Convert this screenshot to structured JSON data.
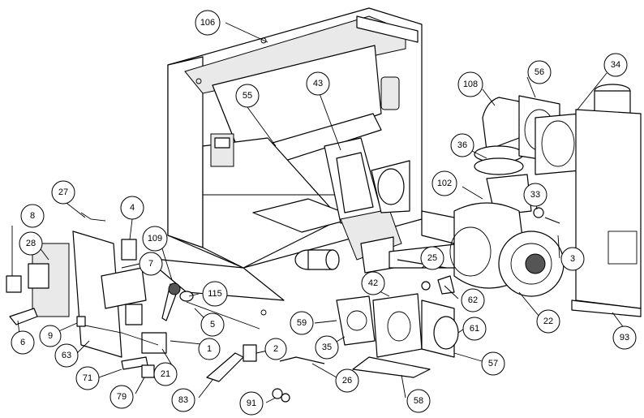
{
  "callouts": [
    {
      "id": "c106",
      "label": "106"
    },
    {
      "id": "c55",
      "label": "55"
    },
    {
      "id": "c43",
      "label": "43"
    },
    {
      "id": "c108",
      "label": "108"
    },
    {
      "id": "c56",
      "label": "56"
    },
    {
      "id": "c34",
      "label": "34"
    },
    {
      "id": "c36",
      "label": "36"
    },
    {
      "id": "c102",
      "label": "102"
    },
    {
      "id": "c33",
      "label": "33"
    },
    {
      "id": "c27",
      "label": "27"
    },
    {
      "id": "c8",
      "label": "8"
    },
    {
      "id": "c4",
      "label": "4"
    },
    {
      "id": "c28",
      "label": "28"
    },
    {
      "id": "c109",
      "label": "109"
    },
    {
      "id": "c7",
      "label": "7"
    },
    {
      "id": "c25",
      "label": "25"
    },
    {
      "id": "c3",
      "label": "3"
    },
    {
      "id": "c42",
      "label": "42"
    },
    {
      "id": "c115",
      "label": "115"
    },
    {
      "id": "c62",
      "label": "62"
    },
    {
      "id": "c22",
      "label": "22"
    },
    {
      "id": "c93",
      "label": "93"
    },
    {
      "id": "c59",
      "label": "59"
    },
    {
      "id": "c5",
      "label": "5"
    },
    {
      "id": "c61",
      "label": "61"
    },
    {
      "id": "c6",
      "label": "6"
    },
    {
      "id": "c9",
      "label": "9"
    },
    {
      "id": "c35",
      "label": "35"
    },
    {
      "id": "c1",
      "label": "1"
    },
    {
      "id": "c2",
      "label": "2"
    },
    {
      "id": "c63",
      "label": "63"
    },
    {
      "id": "c57",
      "label": "57"
    },
    {
      "id": "c21",
      "label": "21"
    },
    {
      "id": "c71",
      "label": "71"
    },
    {
      "id": "c26",
      "label": "26"
    },
    {
      "id": "c79",
      "label": "79"
    },
    {
      "id": "c83",
      "label": "83"
    },
    {
      "id": "c58",
      "label": "58"
    },
    {
      "id": "c91",
      "label": "91"
    }
  ]
}
